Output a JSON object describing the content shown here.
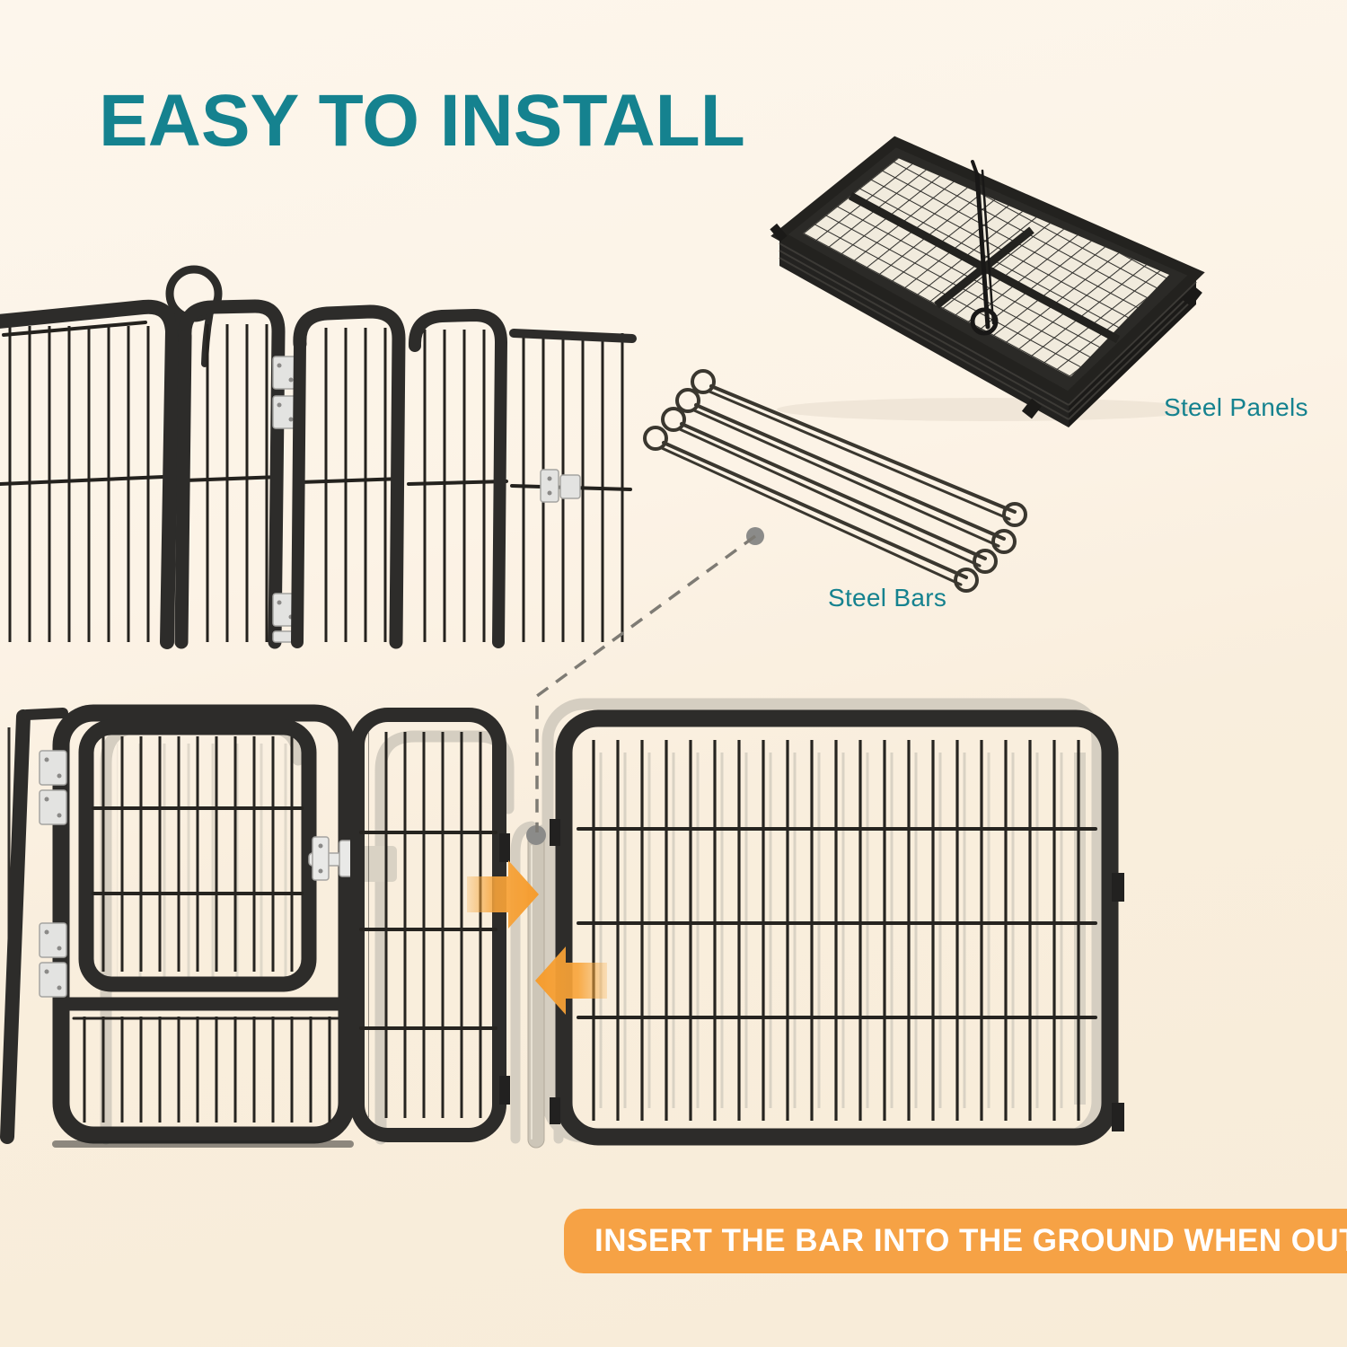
{
  "title": "EASY TO INSTALL",
  "callouts": {
    "steel_panels": "Steel Panels",
    "steel_bars": "Steel Bars"
  },
  "banner": {
    "text": "INSERT THE BAR INTO THE GROUND WHEN OUTDOOR"
  },
  "colors": {
    "teal": "#15828f",
    "orange": "#f6a245",
    "arrow": "#f7a43e",
    "bgtop": "#fdf6ec",
    "bgbottom": "#f8ecd8",
    "fence": "#2d2c2a",
    "ghost": "#d5cec1",
    "bar": "#cdc6b8",
    "dot": "#8b8b89"
  },
  "figure_names": {
    "fence_corner": "fence-corner-closeup",
    "folded_panels": "folded-steel-panels",
    "steel_bars": "steel-ground-bars",
    "assembly": "panel-assembly-view",
    "connector": "callout-connector-line"
  }
}
